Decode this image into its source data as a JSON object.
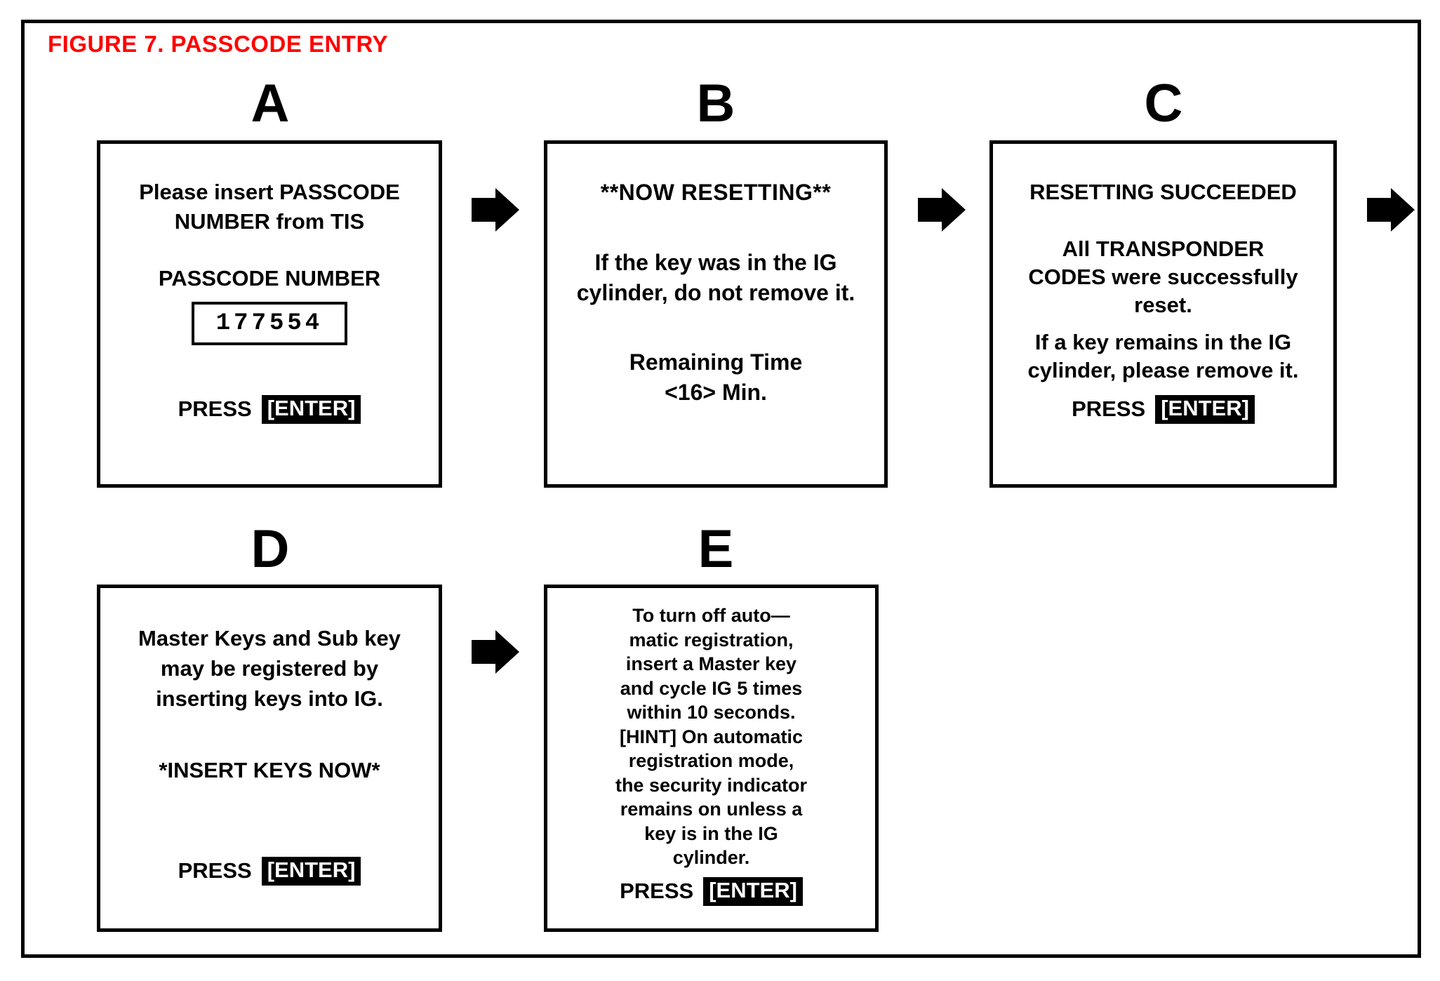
{
  "figure": {
    "title": "FIGURE 7.  PASSCODE ENTRY",
    "title_color": "#ff0000",
    "border_color": "#000000"
  },
  "common": {
    "press_label": "PRESS",
    "enter_key_label": "[ENTER]",
    "arrow_icon": "right-arrow-icon"
  },
  "panels": [
    {
      "letter": "A",
      "line1": "Please insert PASSCODE\nNUMBER from TIS",
      "line2": "PASSCODE NUMBER",
      "passcode_value": "177554",
      "press_label": "PRESS",
      "enter_key_label": "[ENTER]"
    },
    {
      "letter": "B",
      "line1": "**NOW RESETTING**",
      "line2": "If the key was in the IG\ncylinder, do not remove it.",
      "line3": "Remaining Time\n<16> Min.",
      "remaining_time": "<16>",
      "remaining_unit": "Min."
    },
    {
      "letter": "C",
      "line1": "RESETTING SUCCEEDED",
      "line2": "All TRANSPONDER\nCODES were successfully\nreset.",
      "line3": "If a key remains in the IG\ncylinder, please remove it.",
      "press_label": "PRESS",
      "enter_key_label": "[ENTER]"
    },
    {
      "letter": "D",
      "line1": "Master Keys and Sub key\nmay be registered by\ninserting keys into IG.",
      "line2": "*INSERT KEYS NOW*",
      "press_label": "PRESS",
      "enter_key_label": "[ENTER]"
    },
    {
      "letter": "E",
      "line1": "To turn off auto—\nmatic registration,\ninsert a Master key\nand cycle IG 5 times\nwithin 10 seconds.\n[HINT] On automatic\nregistration mode,\nthe security indicator\nremains on unless a\nkey is in the IG\ncylinder.",
      "press_label": "PRESS",
      "enter_key_label": "[ENTER]"
    }
  ]
}
